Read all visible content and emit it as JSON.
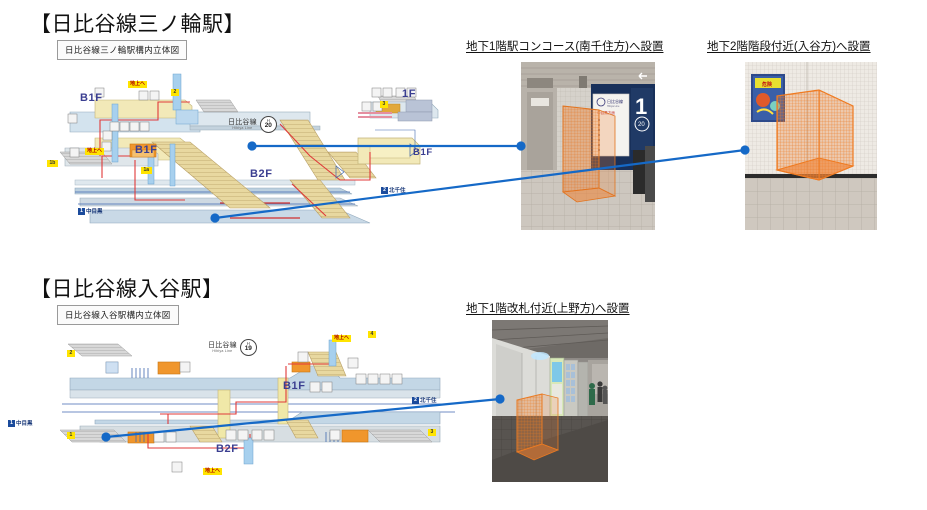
{
  "document": {
    "type": "station-layout-installation-plan",
    "background_color": "#ffffff",
    "connector_color": "#1569c7",
    "overlay_color": "#f08030"
  },
  "sections": [
    {
      "id": "minowa",
      "title": "【日比谷線三ノ輪駅】",
      "map_label": "日比谷線三ノ輪駅構内立体図",
      "line_logo": {
        "ja": "日比谷線",
        "en": "Hibiya Line",
        "letter": "H",
        "number": "20"
      },
      "floor_labels": [
        "B1F",
        "B1F",
        "B2F",
        "1F",
        "B1F"
      ],
      "direction_markers": [
        {
          "number": "1",
          "name": "中目黒"
        },
        {
          "number": "2",
          "name": "北千住"
        }
      ],
      "exit_markers": [
        "1a",
        "1b",
        "2",
        "3"
      ],
      "ground_labels": [
        "地上へ",
        "地上へ"
      ],
      "photos": [
        {
          "caption": "地下1階駅コンコース(南千住方)へ設置",
          "scene": "concourse-wall-with-signboard",
          "overlay": "orange-box"
        },
        {
          "caption": "地下2階階段付近(入谷方)へ設置",
          "scene": "tiled-corner-with-poster",
          "overlay": "orange-box"
        }
      ]
    },
    {
      "id": "iriya",
      "title": "【日比谷線入谷駅】",
      "map_label": "日比谷線入谷駅構内立体図",
      "line_logo": {
        "ja": "日比谷線",
        "en": "Hibiya Line",
        "letter": "H",
        "number": "19"
      },
      "floor_labels": [
        "B1F",
        "B2F"
      ],
      "direction_markers": [
        {
          "number": "1",
          "name": "中目黒"
        },
        {
          "number": "2",
          "name": "北千住"
        }
      ],
      "exit_markers": [
        "1",
        "2",
        "3",
        "4"
      ],
      "ground_labels": [
        "地上へ",
        "地上へ"
      ],
      "photos": [
        {
          "caption": "地下1階改札付近(上野方)へ設置",
          "scene": "corridor-with-vending-machines",
          "overlay": "orange-box"
        }
      ]
    }
  ]
}
